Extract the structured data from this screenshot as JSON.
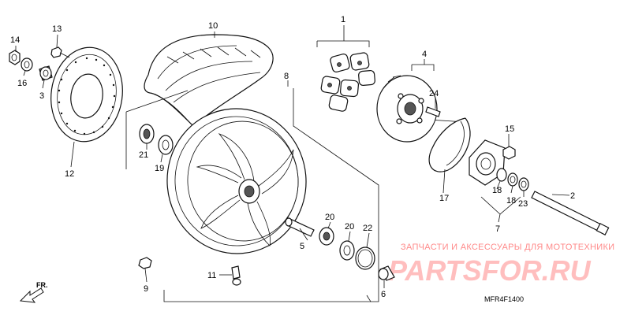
{
  "callouts": [
    {
      "id": "c1",
      "label": "1"
    },
    {
      "id": "c2",
      "label": "2"
    },
    {
      "id": "c3",
      "label": "3"
    },
    {
      "id": "c4",
      "label": "4"
    },
    {
      "id": "c5",
      "label": "5"
    },
    {
      "id": "c6",
      "label": "6"
    },
    {
      "id": "c7",
      "label": "7"
    },
    {
      "id": "c8",
      "label": "8"
    },
    {
      "id": "c9",
      "label": "9"
    },
    {
      "id": "c10",
      "label": "10"
    },
    {
      "id": "c11",
      "label": "11"
    },
    {
      "id": "c12",
      "label": "12"
    },
    {
      "id": "c13",
      "label": "13"
    },
    {
      "id": "c14",
      "label": "14"
    },
    {
      "id": "c15",
      "label": "15"
    },
    {
      "id": "c16",
      "label": "16"
    },
    {
      "id": "c17",
      "label": "17"
    },
    {
      "id": "c18a",
      "label": "18"
    },
    {
      "id": "c18b",
      "label": "18"
    },
    {
      "id": "c19",
      "label": "19"
    },
    {
      "id": "c20a",
      "label": "20"
    },
    {
      "id": "c20b",
      "label": "20"
    },
    {
      "id": "c21",
      "label": "21"
    },
    {
      "id": "c22",
      "label": "22"
    },
    {
      "id": "c23",
      "label": "23"
    },
    {
      "id": "c24",
      "label": "24"
    }
  ],
  "front_marker": "FR.",
  "diagram_code": "MFR4F1400",
  "watermark": {
    "text": "ЗАПЧАСТИ И АКСЕССУАРЫ ДЛЯ МОТОТЕХНИКИ",
    "logo": "PARTSFOR.RU"
  }
}
